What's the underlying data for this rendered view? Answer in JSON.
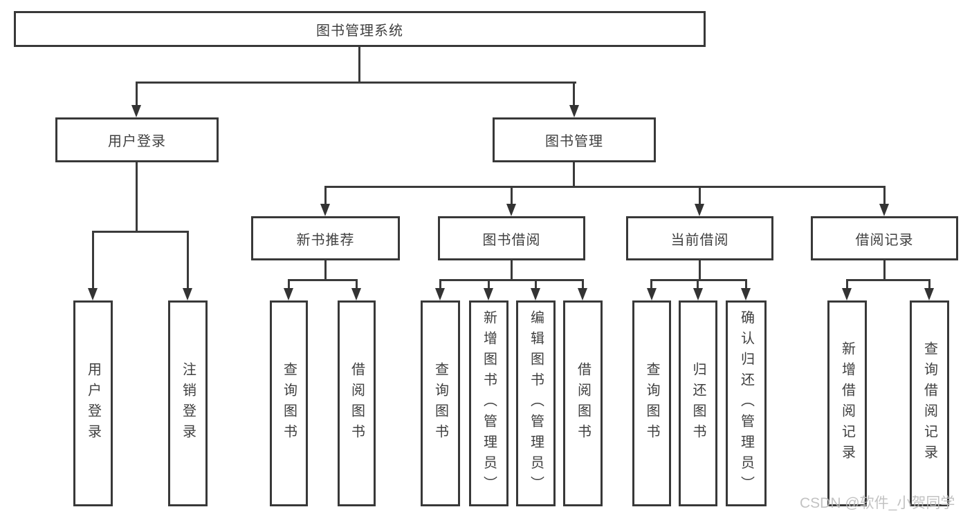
{
  "tree": {
    "root": {
      "label": "图书管理系统",
      "children": [
        {
          "label": "用户登录",
          "children": [
            {
              "label": "用户登录"
            },
            {
              "label": "注销登录"
            }
          ]
        },
        {
          "label": "图书管理",
          "children": [
            {
              "label": "新书推荐",
              "children": [
                {
                  "label": "查询图书"
                },
                {
                  "label": "借阅图书"
                }
              ]
            },
            {
              "label": "图书借阅",
              "children": [
                {
                  "label": "查询图书"
                },
                {
                  "label": "新增图书（管理员）"
                },
                {
                  "label": "编辑图书（管理员）"
                },
                {
                  "label": "借阅图书"
                }
              ]
            },
            {
              "label": "当前借阅",
              "children": [
                {
                  "label": "查询图书"
                },
                {
                  "label": "归还图书"
                },
                {
                  "label": "确认归还（管理员）"
                }
              ]
            },
            {
              "label": "借阅记录",
              "children": [
                {
                  "label": "新增借阅记录"
                },
                {
                  "label": "查询借阅记录"
                }
              ]
            }
          ]
        }
      ]
    }
  },
  "watermark": {
    "text": "CSDN @软件_小贺同学"
  },
  "style": {
    "line_color": "#3a3a3a",
    "border_color": "#383838",
    "text_color": "#3f3f3f",
    "watermark_color": "#bbbbbb",
    "background": "#ffffff"
  }
}
